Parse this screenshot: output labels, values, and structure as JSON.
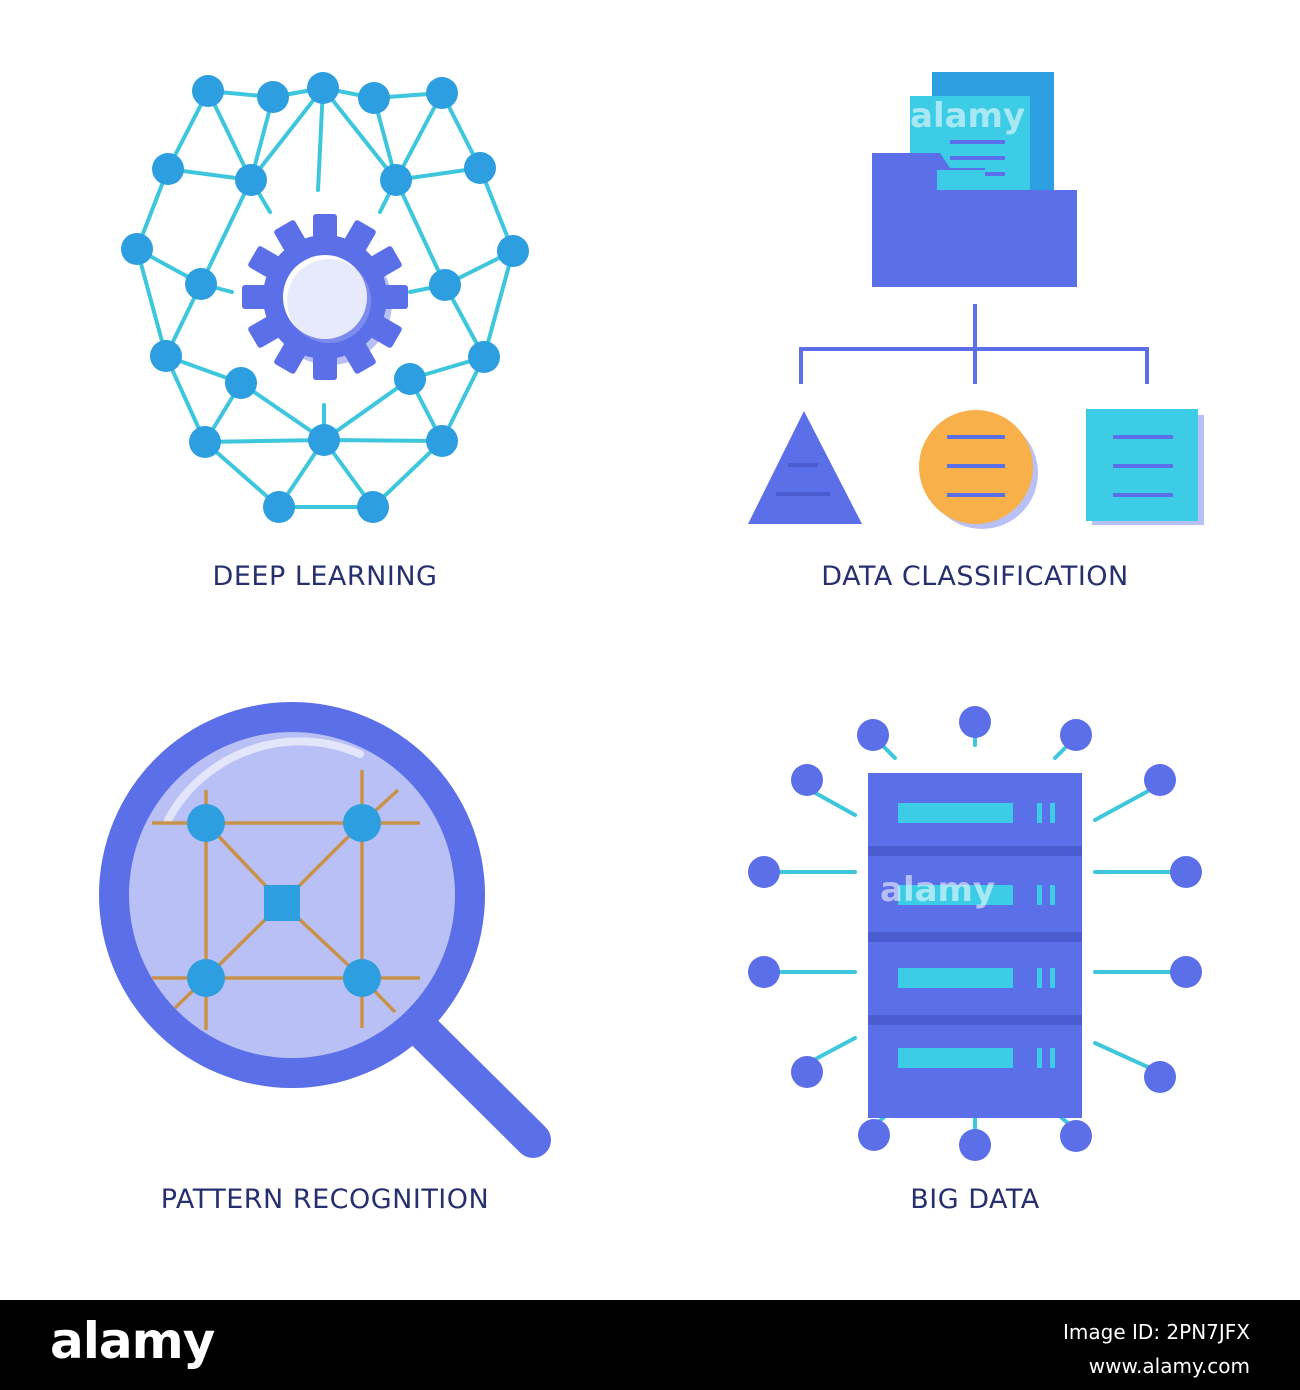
{
  "icons": {
    "deep_learning": {
      "label": "DEEP LEARNING"
    },
    "data_classification": {
      "label": "DATA CLASSIFICATION"
    },
    "pattern_recognition": {
      "label": "PATTERN RECOGNITION"
    },
    "big_data": {
      "label": "BIG DATA"
    }
  },
  "watermark": {
    "text": "alamy"
  },
  "footer": {
    "brand": "alamy",
    "image_id": "Image ID: 2PN7JFX",
    "site": "www.alamy.com"
  },
  "colors": {
    "indigo": "#5b6fe8",
    "light_indigo": "#b9c0f5",
    "sky": "#3ccce6",
    "node": "#2d9fe0",
    "cyan_line": "#3ec6dc",
    "orange": "#f8b14a",
    "tan": "#c9924a",
    "caption": "#27306e",
    "footer_bg": "#000000"
  },
  "icon_names": [
    "brain-network-gear-icon",
    "folder-hierarchy-icon",
    "magnifier-network-icon",
    "server-network-icon"
  ]
}
